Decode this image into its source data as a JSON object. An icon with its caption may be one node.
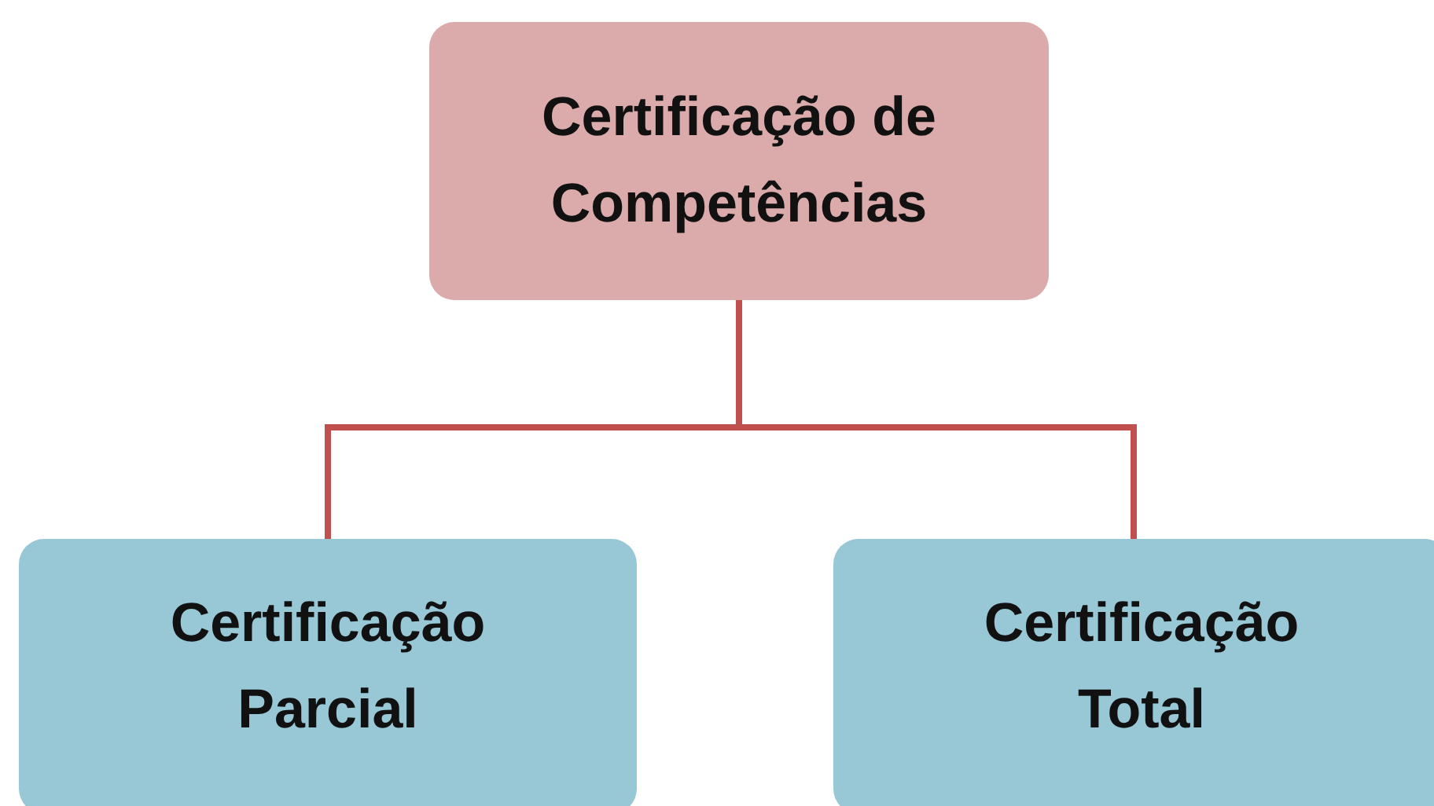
{
  "diagram": {
    "nodes": [
      {
        "text": [
          "Certificação de Competências"
        ]
      },
      {
        "text": [
          "Certificação Parcial"
        ]
      },
      {
        "text": [
          "Certificação Total"
        ]
      }
    ],
    "edges": [
      {
        "from": 0,
        "to": 1,
        "arrow": "none"
      },
      {
        "from": 0,
        "to": 2,
        "arrow": "none"
      }
    ]
  }
}
